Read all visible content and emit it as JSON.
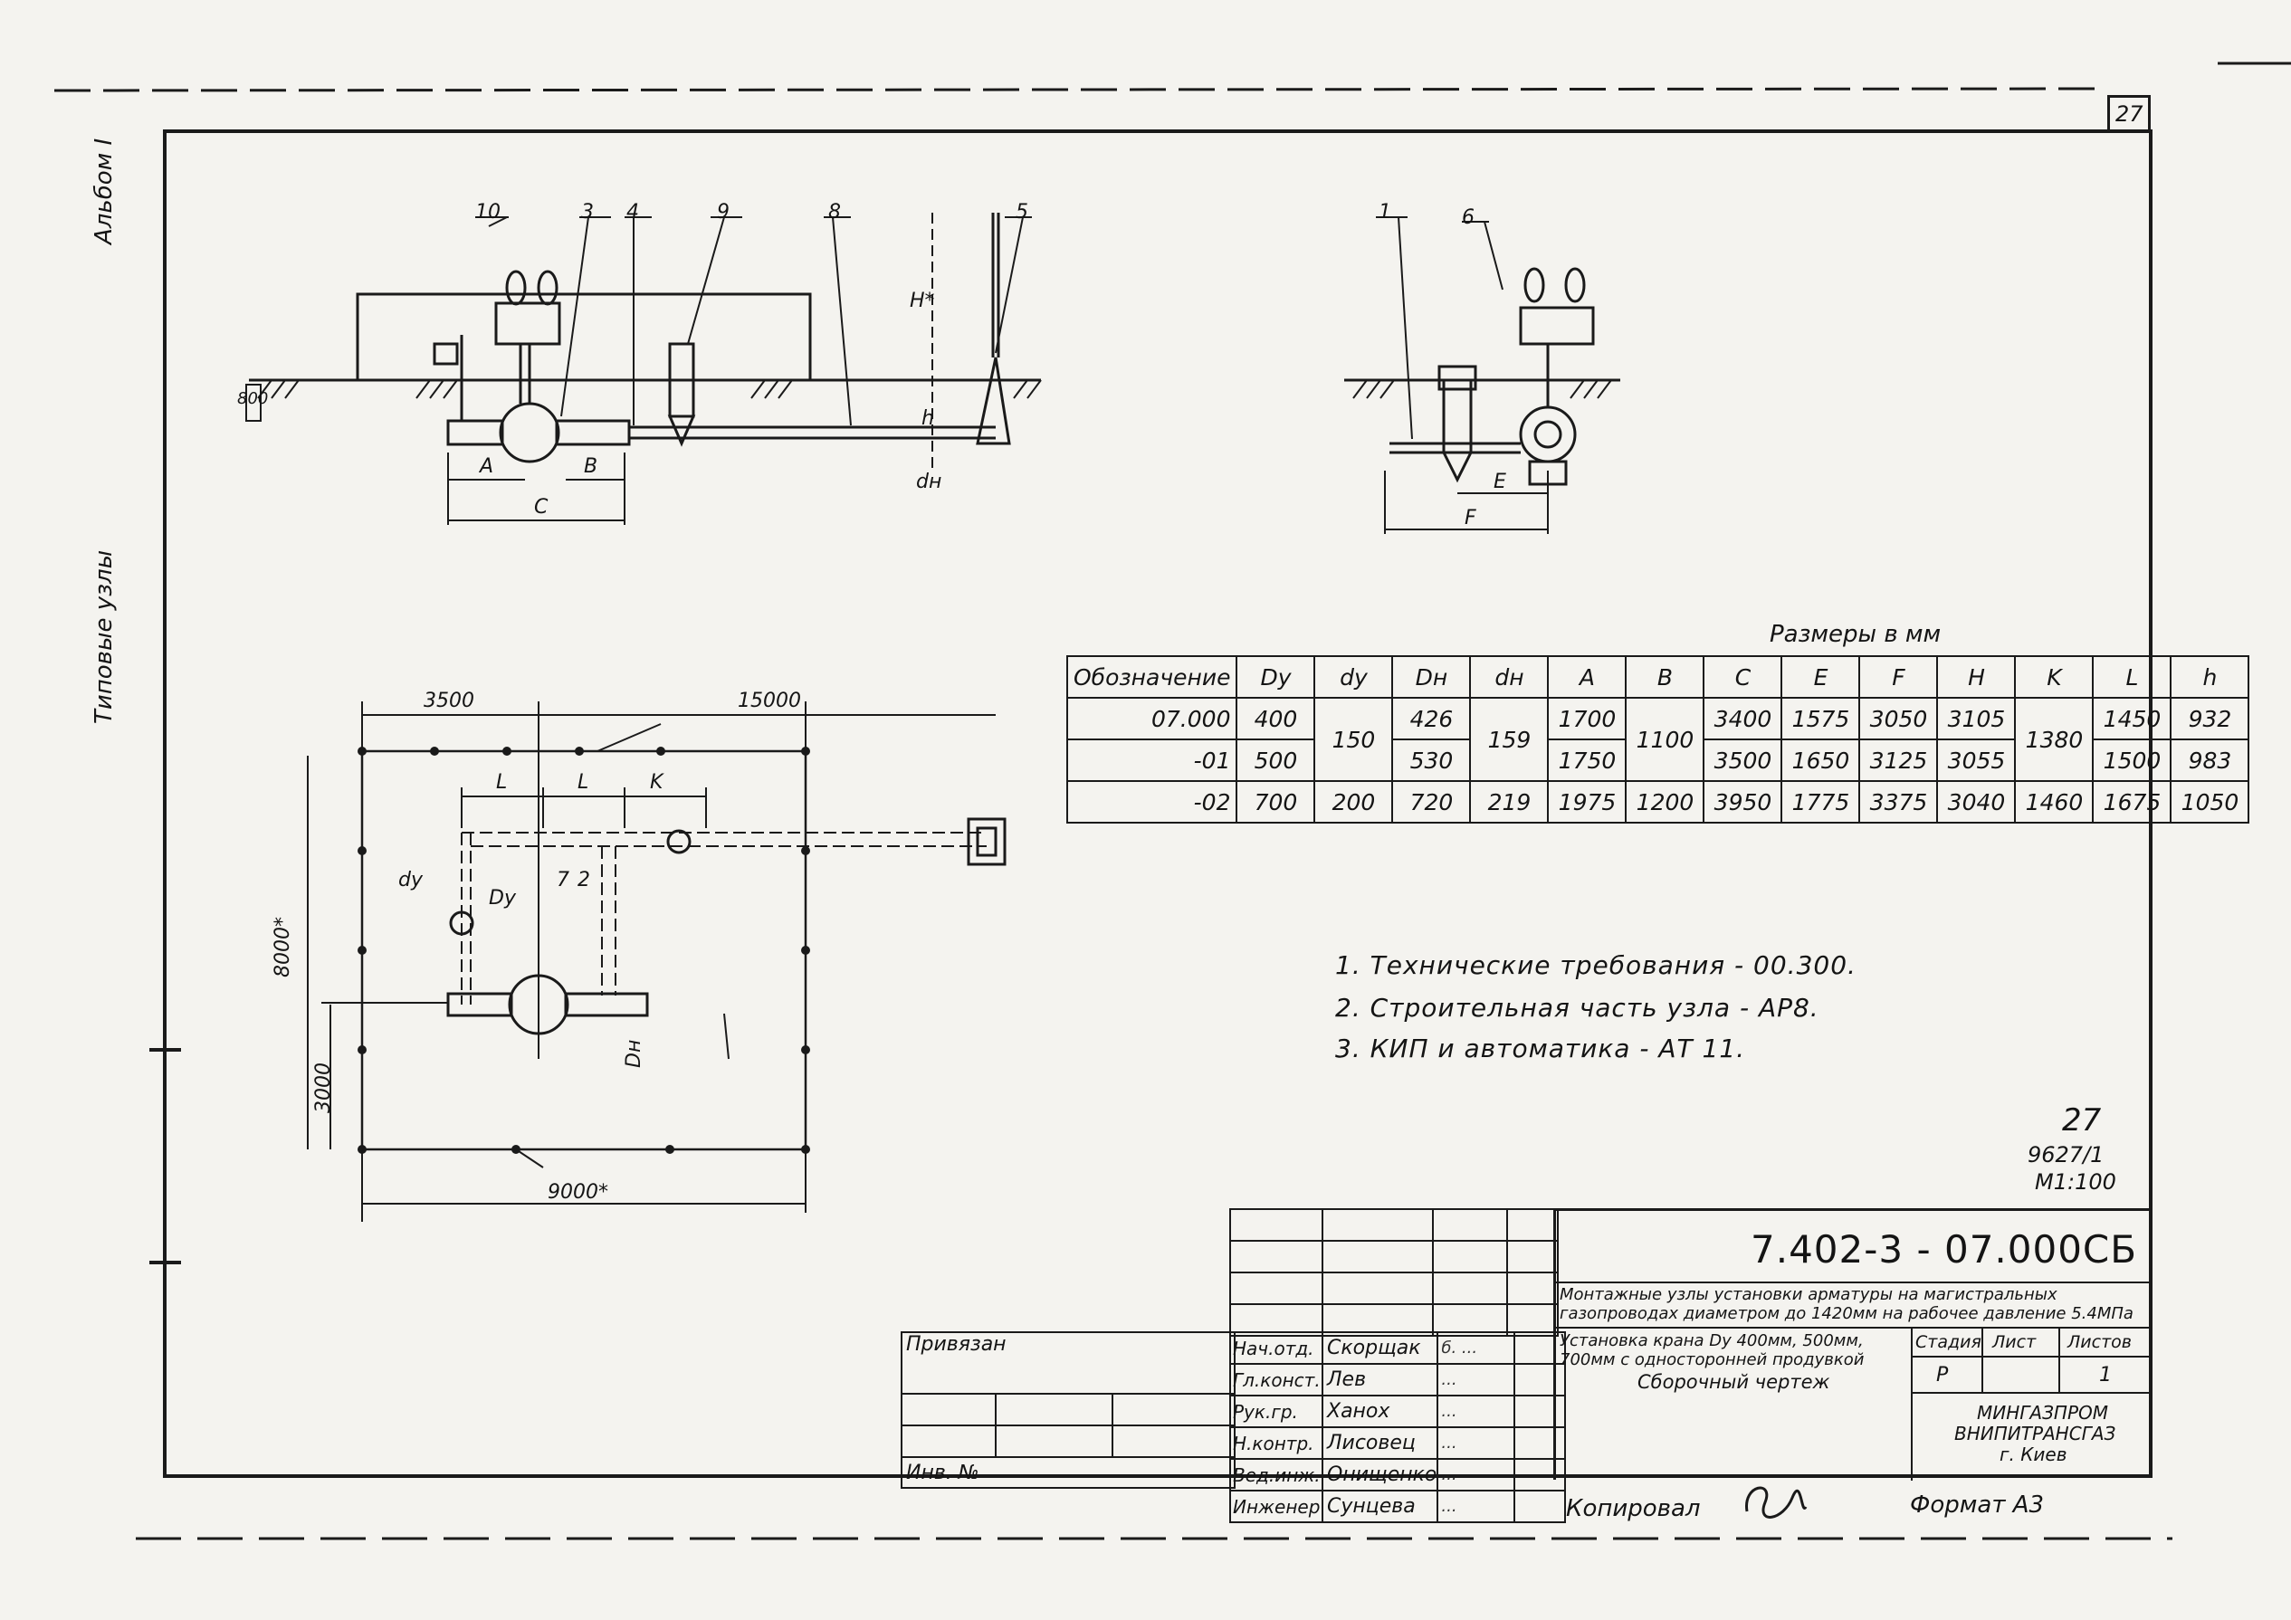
{
  "sheet": {
    "corner_sheet_number": "27",
    "left_margin_top": "Альбом I",
    "left_margin_bottom": "Типовые узлы"
  },
  "drawing_labels": {
    "elevation_callouts": [
      "10",
      "3",
      "4",
      "9",
      "8",
      "5"
    ],
    "side_callouts": [
      "1",
      "6"
    ],
    "dims_elevation": [
      "A",
      "B",
      "C",
      "h",
      "dн",
      "Н*",
      "800"
    ],
    "dims_side": [
      "E",
      "F"
    ],
    "plan_dims": [
      "3500",
      "15000",
      "8000*",
      "3000",
      "9000*",
      "L",
      "L",
      "K",
      "dу",
      "Dу",
      "7",
      "2",
      "Dн"
    ]
  },
  "table": {
    "caption": "Размеры в мм",
    "headers": [
      "Обозначение",
      "Dу",
      "dу",
      "Dн",
      "dн",
      "A",
      "B",
      "C",
      "E",
      "F",
      "H",
      "K",
      "L",
      "h"
    ],
    "rows": [
      [
        "07.000",
        "400",
        "150",
        "426",
        "159",
        "1700",
        "1100",
        "3400",
        "1575",
        "3050",
        "3105",
        "1380",
        "1450",
        "932"
      ],
      [
        "-01",
        "500",
        "",
        "530",
        "",
        "1750",
        "",
        "3500",
        "1650",
        "3125",
        "3055",
        "",
        "1500",
        "983"
      ],
      [
        "-02",
        "700",
        "200",
        "720",
        "219",
        "1975",
        "1200",
        "3950",
        "1775",
        "3375",
        "3040",
        "1460",
        "1675",
        "1050"
      ]
    ]
  },
  "notes": [
    "1. Технические требования - 00.300.",
    "2. Строительная часть узла - АР8.",
    "3. КИП и автоматика - АТ 11."
  ],
  "archive": {
    "page": "27",
    "number": "9627/1",
    "sheet_code": "М1:100"
  },
  "title_block": {
    "doc_code": "7.402-3 - 07.000СБ",
    "doc_title_1": "Монтажные узлы установки арматуры на магистральных газопроводах диаметром до 1420мм на рабочее давление 5.4МПа",
    "doc_title_2": "Установка крана Dу 400мм, 500мм, 700мм с односторонней продувкой",
    "doc_title_3": "Сборочный чертеж",
    "stage_label": "Стадия",
    "sheet_label": "Лист",
    "sheets_label": "Листов",
    "stage_value": "Р",
    "sheets_value": "1",
    "org_1": "МИНГАЗПРОМ",
    "org_2": "ВНИПИТРАНСГАЗ",
    "org_3": "г. Киев",
    "privyazan": "Привязан",
    "inv": "Инв. №",
    "staff": [
      {
        "role": "Нач.отд.",
        "name": "Скорщак",
        "sig": "б. ..."
      },
      {
        "role": "Гл.конст.",
        "name": "Лев",
        "sig": "..."
      },
      {
        "role": "Рук.гр.",
        "name": "Ханох",
        "sig": "..."
      },
      {
        "role": "Н.контр.",
        "name": "Лисовец",
        "sig": "..."
      },
      {
        "role": "Вед.инж.",
        "name": "Онищенко",
        "sig": "..."
      },
      {
        "role": "Инженер",
        "name": "Сунцева",
        "sig": "..."
      }
    ]
  },
  "footer": {
    "copied": "Копировал",
    "format": "Формат А3"
  }
}
